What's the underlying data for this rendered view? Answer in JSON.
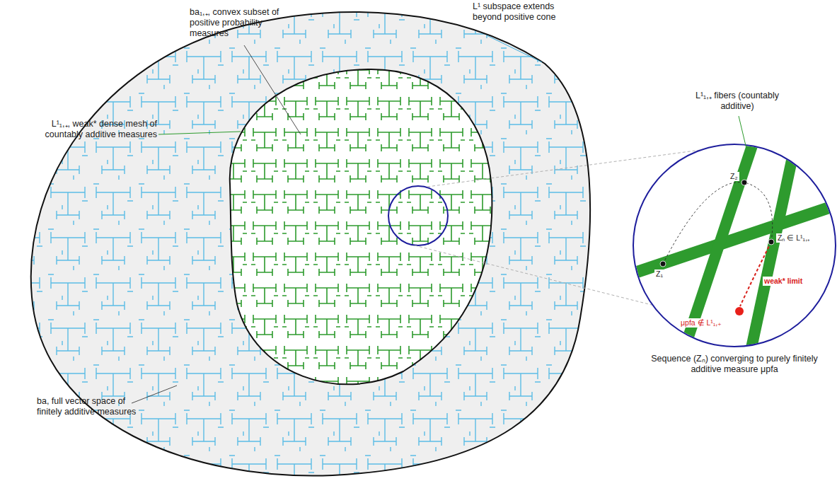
{
  "diagram": {
    "labels": [
      "ba₁,₊, convex subset of positive probability measures",
      "L¹ subspace extends beyond positive cone",
      "L¹₁,₊, weak* dense mesh of countably additive measures",
      "ba, full vector space of finitely additive measures",
      "L¹₁,₊ fibers (countably additive)",
      "Z₁",
      "Z₂",
      "Zₙ ∈ L¹₁,₊",
      "weak* limit",
      "μpfa ∉ L¹₁,₊",
      "Sequence (Zₙ) converging to purely finitely additive measure μpfa"
    ]
  }
}
